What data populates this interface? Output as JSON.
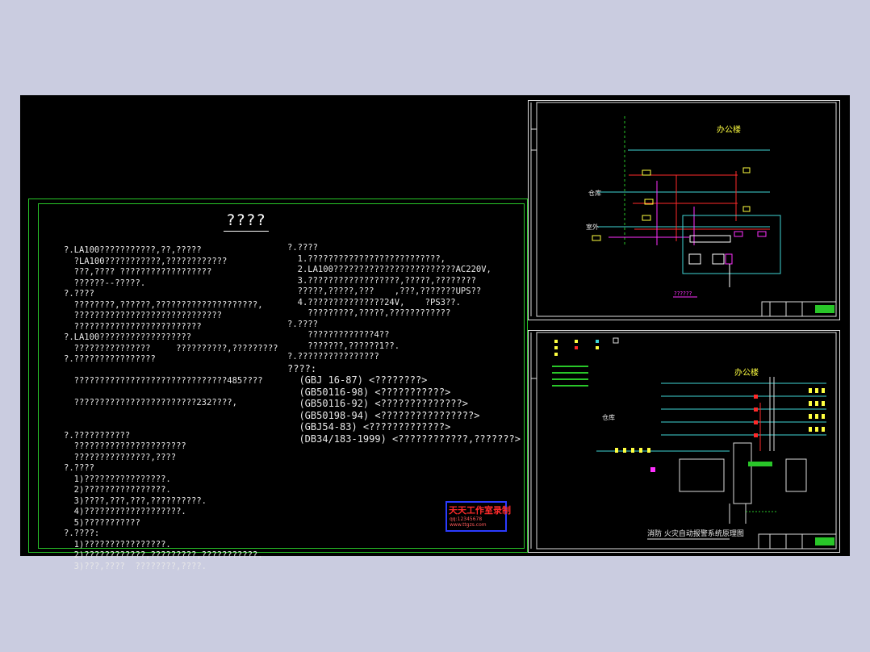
{
  "notes": {
    "title": "????",
    "left_lines": [
      "?.LA100???????????,??,?????",
      "  ?LA100???????????,????????????",
      "  ???,???? ??????????????????",
      "  ??????--?????.",
      "?.????",
      "  ????????,??????,????????????????????,",
      "  ?????????????????????????????",
      "  ?????????????????????????",
      "?.LA100??????????????????",
      "  ???????????????     ??????????,?????????",
      "?.????????????????",
      "",
      "  ??????????????????????????????485????",
      "",
      "  ????????????????????????232????,",
      "",
      "",
      "?.???????????",
      "  ??????????????????????",
      "  ???????????????,????",
      "?.????",
      "  1)????????????????.",
      "  2)????????????????.",
      "  3)????,???,???,??????????.",
      "  4)???????????????????.",
      "  5)???????????",
      "?.????:",
      "  1)????????????????.",
      "  2)????????????,?????????,???????????.",
      "  3)???,????  ????????,????."
    ],
    "right_lines": [
      "?.????",
      "  1.??????????????????????????,",
      "  2.LA100????????????????????????AC220V,",
      "  3.??????????????????,?????,????????",
      "  ?????,?????,???    ,???,???????UPS??",
      "  4.???????????????24V,    ?PS3??.",
      "    ?????????,?????,????????????",
      "?.????",
      "    ?????????????4??",
      "    ???????,??????1??.",
      "?.????????????????",
      "????:",
      "  (GBJ 16-87) <????????>",
      "  (GB50116-98) <???????????>",
      "  (GB50116-92) <??????????????>",
      "  (GB50198-94) <????????????????>",
      "  (GBJ54-83) <?????????????>",
      "  (DB34/183-1999) <????????????,???????>"
    ]
  },
  "watermark": {
    "title": "天天工作室录制",
    "sub1": "qq:12345678",
    "sub2": "www.ttgzs.com"
  },
  "sheet_top": {
    "title": "办公楼",
    "label_warehouse": "仓库",
    "label_room": "室外",
    "bottom_label": "??????"
  },
  "sheet_bottom": {
    "title": "办公楼",
    "label_warehouse": "仓库",
    "caption": "消防 火灾自动报警系统原理图"
  },
  "colors": {
    "cad_bg": "#000000",
    "app_bg": "#cacce0",
    "frame_green": "#29c629",
    "cyan": "#3fd6d6",
    "magenta": "#ff30ff",
    "red": "#ff2a2a",
    "yellow": "#ffff30"
  }
}
